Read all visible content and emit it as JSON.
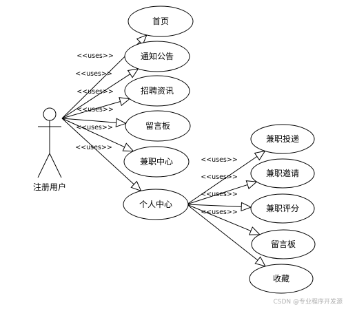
{
  "actor": {
    "label": "注册用户"
  },
  "left_use_cases": [
    {
      "id": "home",
      "label": "首页",
      "relation": "<<uses>>"
    },
    {
      "id": "notice",
      "label": "通知公告",
      "relation": "<<uses>>"
    },
    {
      "id": "recruit",
      "label": "招聘资讯",
      "relation": "<<uses>>"
    },
    {
      "id": "message",
      "label": "留言板",
      "relation": "<<uses>>"
    },
    {
      "id": "parttime",
      "label": "兼职中心",
      "relation": "<<uses>>"
    },
    {
      "id": "personal",
      "label": "个人中心",
      "relation": "<<uses>>"
    }
  ],
  "right_use_cases": [
    {
      "id": "submit",
      "label": "兼职投递",
      "relation": "<<uses>>"
    },
    {
      "id": "invite",
      "label": "兼职邀请",
      "relation": "<<uses>>"
    },
    {
      "id": "rating",
      "label": "兼职评分",
      "relation": "<<uses>>"
    },
    {
      "id": "message2",
      "label": "留言板",
      "relation": "<<uses>>"
    },
    {
      "id": "favorite",
      "label": "收藏",
      "relation": ""
    }
  ],
  "watermark": "CSDN @专业程序开发源"
}
